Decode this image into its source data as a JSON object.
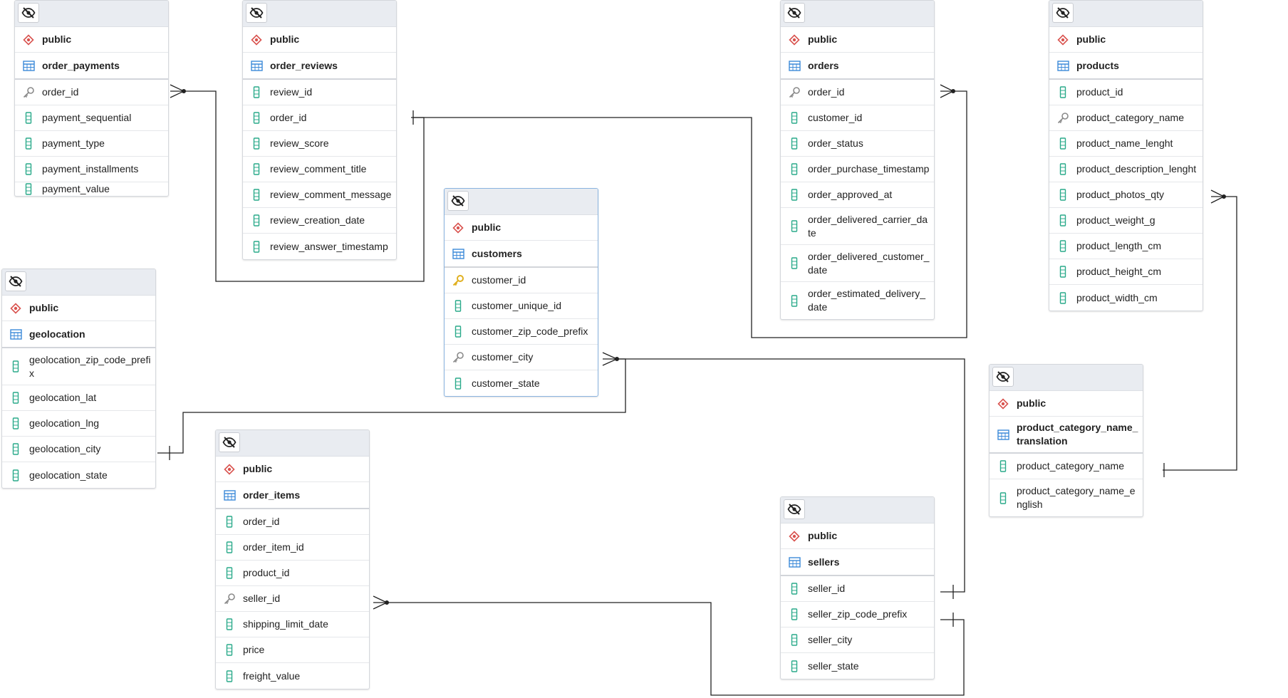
{
  "tables": [
    {
      "id": "order_payments",
      "schema": "public",
      "name": "order_payments",
      "selected": false,
      "columns": [
        {
          "name": "order_id",
          "icon": "foreign-key-icon"
        },
        {
          "name": "payment_sequential",
          "icon": "column-icon"
        },
        {
          "name": "payment_type",
          "icon": "column-icon"
        },
        {
          "name": "payment_installments",
          "icon": "column-icon"
        },
        {
          "name": "payment_value",
          "icon": "column-icon"
        }
      ]
    },
    {
      "id": "order_reviews",
      "schema": "public",
      "name": "order_reviews",
      "selected": false,
      "columns": [
        {
          "name": "review_id",
          "icon": "column-icon"
        },
        {
          "name": "order_id",
          "icon": "column-icon"
        },
        {
          "name": "review_score",
          "icon": "column-icon"
        },
        {
          "name": "review_comment_title",
          "icon": "column-icon"
        },
        {
          "name": "review_comment_message",
          "icon": "column-icon"
        },
        {
          "name": "review_creation_date",
          "icon": "column-icon"
        },
        {
          "name": "review_answer_timestamp",
          "icon": "column-icon"
        }
      ]
    },
    {
      "id": "orders",
      "schema": "public",
      "name": "orders",
      "selected": false,
      "columns": [
        {
          "name": "order_id",
          "icon": "foreign-key-icon"
        },
        {
          "name": "customer_id",
          "icon": "column-icon"
        },
        {
          "name": "order_status",
          "icon": "column-icon"
        },
        {
          "name": "order_purchase_timestamp",
          "icon": "column-icon"
        },
        {
          "name": "order_approved_at",
          "icon": "column-icon"
        },
        {
          "name": "order_delivered_carrier_date",
          "icon": "column-icon"
        },
        {
          "name": "order_delivered_customer_date",
          "icon": "column-icon"
        },
        {
          "name": "order_estimated_delivery_date",
          "icon": "column-icon"
        }
      ]
    },
    {
      "id": "products",
      "schema": "public",
      "name": "products",
      "selected": false,
      "columns": [
        {
          "name": "product_id",
          "icon": "column-icon"
        },
        {
          "name": "product_category_name",
          "icon": "foreign-key-icon"
        },
        {
          "name": "product_name_lenght",
          "icon": "column-icon"
        },
        {
          "name": "product_description_lenght",
          "icon": "column-icon"
        },
        {
          "name": "product_photos_qty",
          "icon": "column-icon"
        },
        {
          "name": "product_weight_g",
          "icon": "column-icon"
        },
        {
          "name": "product_length_cm",
          "icon": "column-icon"
        },
        {
          "name": "product_height_cm",
          "icon": "column-icon"
        },
        {
          "name": "product_width_cm",
          "icon": "column-icon"
        }
      ]
    },
    {
      "id": "customers",
      "schema": "public",
      "name": "customers",
      "selected": true,
      "columns": [
        {
          "name": "customer_id",
          "icon": "primary-key-icon"
        },
        {
          "name": "customer_unique_id",
          "icon": "column-icon"
        },
        {
          "name": "customer_zip_code_prefix",
          "icon": "column-icon"
        },
        {
          "name": "customer_city",
          "icon": "foreign-key-icon"
        },
        {
          "name": "customer_state",
          "icon": "column-icon"
        }
      ]
    },
    {
      "id": "geolocation",
      "schema": "public",
      "name": "geolocation",
      "selected": false,
      "columns": [
        {
          "name": "geolocation_zip_code_prefix",
          "icon": "column-icon"
        },
        {
          "name": "geolocation_lat",
          "icon": "column-icon"
        },
        {
          "name": "geolocation_lng",
          "icon": "column-icon"
        },
        {
          "name": "geolocation_city",
          "icon": "column-icon"
        },
        {
          "name": "geolocation_state",
          "icon": "column-icon"
        }
      ]
    },
    {
      "id": "order_items",
      "schema": "public",
      "name": "order_items",
      "selected": false,
      "columns": [
        {
          "name": "order_id",
          "icon": "column-icon"
        },
        {
          "name": "order_item_id",
          "icon": "column-icon"
        },
        {
          "name": "product_id",
          "icon": "column-icon"
        },
        {
          "name": "seller_id",
          "icon": "foreign-key-icon"
        },
        {
          "name": "shipping_limit_date",
          "icon": "column-icon"
        },
        {
          "name": "price",
          "icon": "column-icon"
        },
        {
          "name": "freight_value",
          "icon": "column-icon"
        }
      ]
    },
    {
      "id": "product_category_name_translation",
      "schema": "public",
      "name": "product_category_name_translation",
      "selected": false,
      "columns": [
        {
          "name": "product_category_name",
          "icon": "column-icon"
        },
        {
          "name": "product_category_name_english",
          "icon": "column-icon"
        }
      ]
    },
    {
      "id": "sellers",
      "schema": "public",
      "name": "sellers",
      "selected": false,
      "columns": [
        {
          "name": "seller_id",
          "icon": "column-icon"
        },
        {
          "name": "seller_zip_code_prefix",
          "icon": "column-icon"
        },
        {
          "name": "seller_city",
          "icon": "column-icon"
        },
        {
          "name": "seller_state",
          "icon": "column-icon"
        }
      ]
    }
  ],
  "relationships": [
    {
      "from_table": "order_payments",
      "from_column": "order_id",
      "from_end": "many",
      "to_table": "order_reviews",
      "to_column": "order_id",
      "to_end": "one"
    },
    {
      "from_table": "orders",
      "from_column": "order_id",
      "from_end": "many",
      "to_table": "order_reviews",
      "to_column": "order_id",
      "to_end": "one"
    },
    {
      "from_table": "products",
      "from_column": "product_photos_qty",
      "from_end": "many",
      "to_table": "product_category_name_translation",
      "to_column": "product_category_name",
      "to_end": "one"
    },
    {
      "from_table": "customers",
      "from_column": "customer_city",
      "from_end": "many",
      "to_table": "geolocation",
      "to_column": "geolocation_city",
      "to_end": "one"
    },
    {
      "from_table": "customers",
      "from_column": "customer_city",
      "from_end": "many",
      "to_table": "sellers",
      "to_column": "seller_id",
      "to_end": "one"
    },
    {
      "from_table": "order_items",
      "from_column": "seller_id",
      "from_end": "many",
      "to_table": "sellers",
      "to_column": "seller_zip_code_prefix",
      "to_end": "one"
    }
  ],
  "colors": {
    "accent": "#3c8ad8",
    "schema": "#d9534f",
    "column": "#2aaa8a",
    "primary_key": "#e0b020",
    "foreign_key": "#8a8a8a",
    "line": "#222222"
  }
}
